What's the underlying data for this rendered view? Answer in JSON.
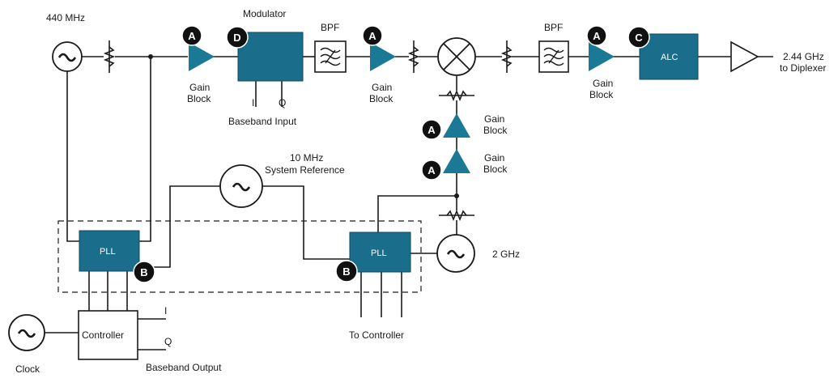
{
  "labels": {
    "src_440": "440 MHz",
    "modulator": "Modulator",
    "bpf1": "BPF",
    "bpf2": "BPF",
    "gain1_a": "Gain",
    "gain1_b": "Block",
    "gain2_a": "Gain",
    "gain2_b": "Block",
    "gain3_a": "Gain",
    "gain3_b": "Block",
    "gain4_a": "Gain",
    "gain4_b": "Block",
    "gain5_a": "Gain",
    "gain5_b": "Block",
    "mod_i": "I",
    "mod_q": "Q",
    "baseband_input": "Baseband Input",
    "alc": "ALC",
    "out_a": "2.44 GHz",
    "out_b": "to Diplexer",
    "ref_a": "10 MHz",
    "ref_b": "System Reference",
    "pll1": "PLL",
    "pll2": "PLL",
    "src_2g": "2 GHz",
    "controller": "Controller",
    "ctrl_i": "I",
    "ctrl_q": "Q",
    "baseband_output": "Baseband Output",
    "clock": "Clock",
    "to_controller": "To Controller"
  },
  "badges": {
    "a": "A",
    "b": "B",
    "c": "C",
    "d": "D"
  }
}
